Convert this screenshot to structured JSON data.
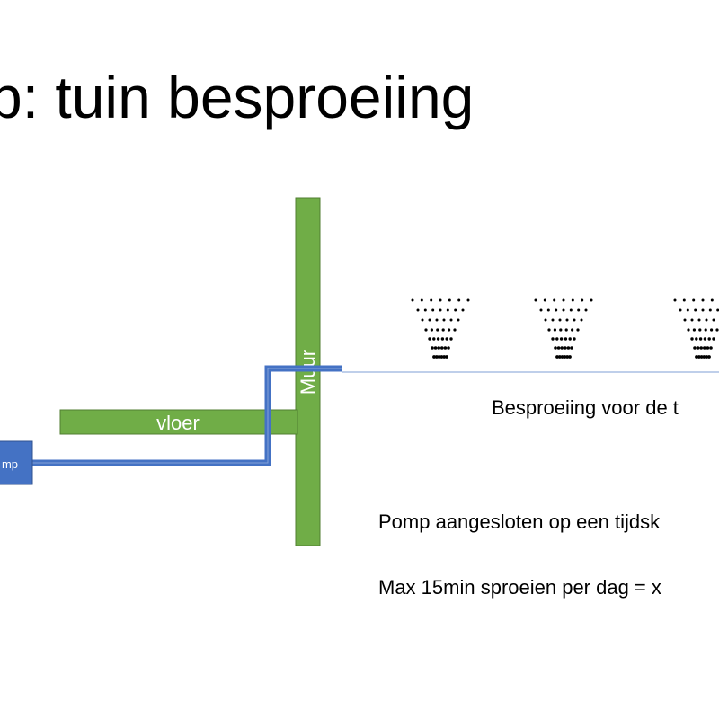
{
  "slide": {
    "title": "p: tuin besproeiing"
  },
  "diagram": {
    "labels": {
      "floor": "vloer",
      "wall": "Muur",
      "pump": "mp"
    },
    "colors": {
      "structure_green": "#70ad47",
      "structure_green_border": "#507e32",
      "pipe_blue": "#4472c4",
      "pump_blue": "#4472c4",
      "hose_line": "#7f9fd6"
    },
    "sprinkler_count": 3,
    "descriptions": [
      "Besproeiing voor de t",
      "Pomp aangesloten op een tijdsk",
      "Max 15min sproeien per dag = x"
    ]
  }
}
